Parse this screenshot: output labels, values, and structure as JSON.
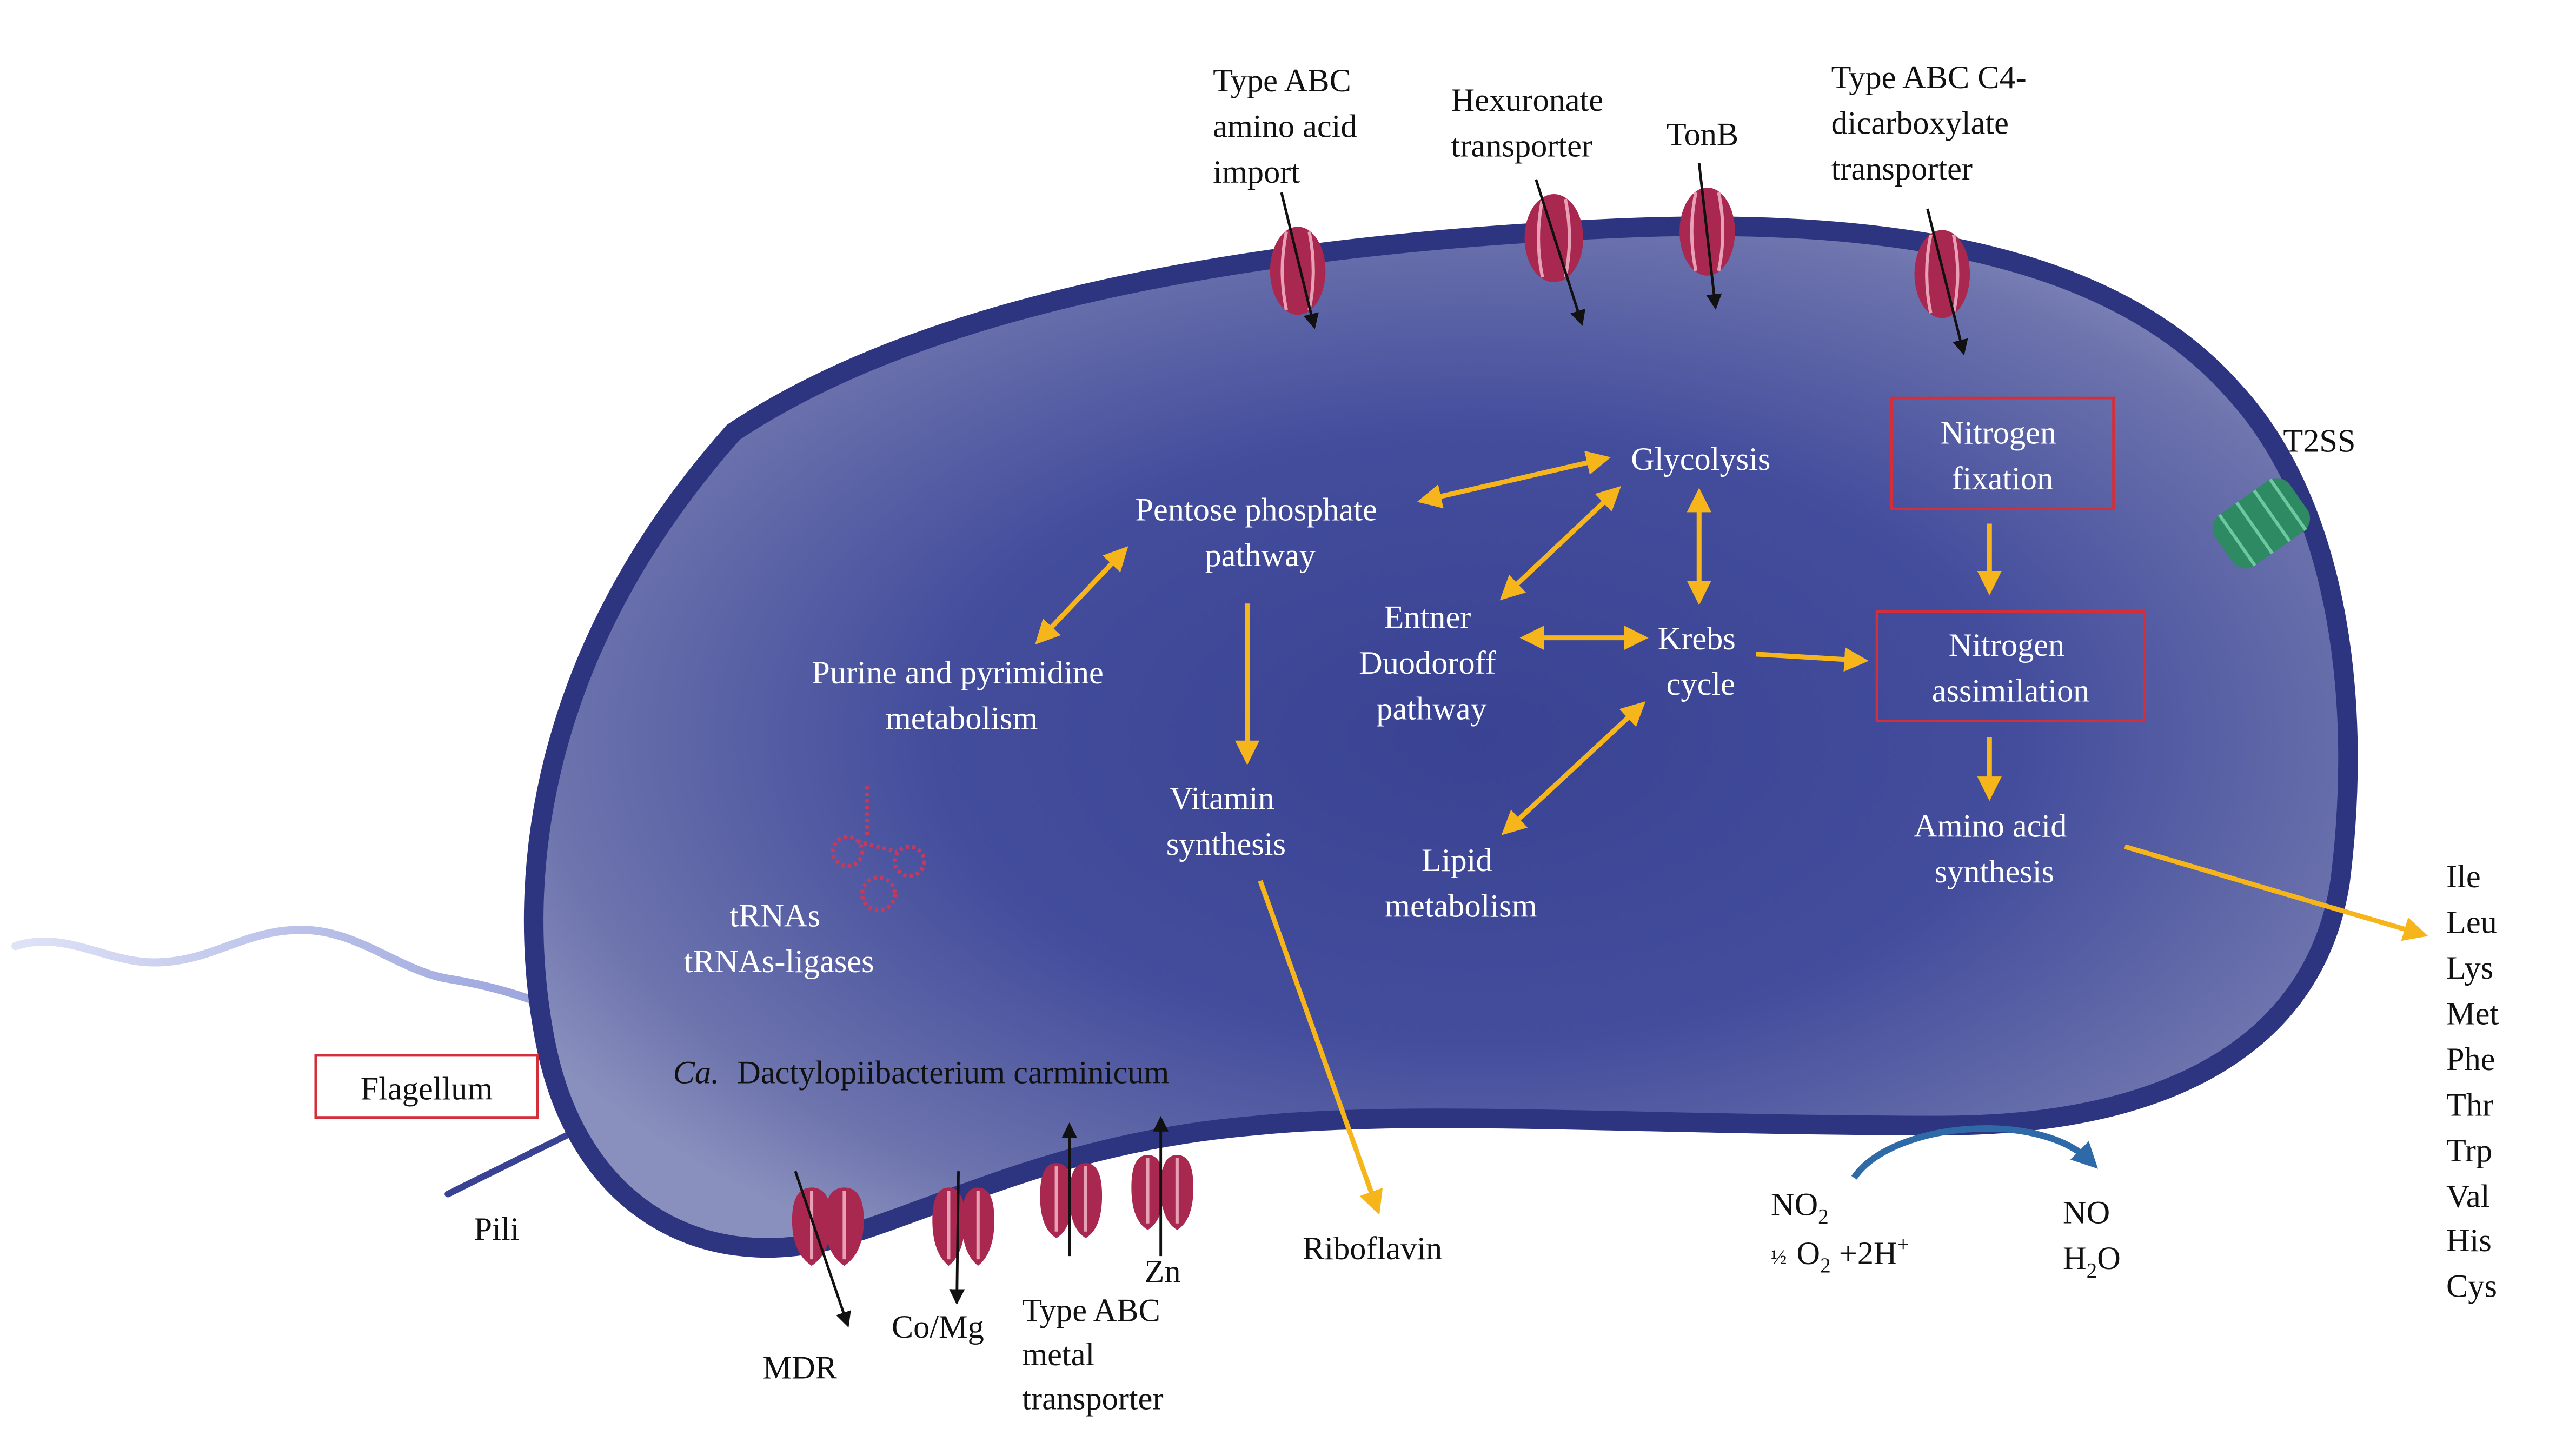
{
  "organism": {
    "prefix": "Ca.",
    "name": "Dactylopiibacterium carminicum"
  },
  "membrane_transporters": {
    "abc_amino_acid": [
      "Type ABC",
      "amino acid",
      "import"
    ],
    "hexuronate": [
      "Hexuronate",
      "transporter"
    ],
    "tonb": "TonB",
    "abc_c4": [
      "Type ABC C4-",
      "dicarboxylate",
      "transporter"
    ],
    "t2ss": "T2SS"
  },
  "pathways": {
    "glycolysis": "Glycolysis",
    "pentose_phosphate": [
      "Pentose phosphate",
      "pathway"
    ],
    "purine": [
      "Purine and pyrimidine",
      "metabolism"
    ],
    "entner": [
      "Entner",
      "Duodoroff",
      "pathway"
    ],
    "krebs": [
      "Krebs",
      "cycle"
    ],
    "vitamin": [
      "Vitamin",
      "synthesis"
    ],
    "lipid": [
      "Lipid",
      "metabolism"
    ],
    "amino_acid_synthesis": [
      "Amino acid",
      "synthesis"
    ],
    "trnas": [
      "tRNAs",
      "tRNAs-ligases"
    ]
  },
  "highlighted": {
    "nitrogen_fixation": [
      "Nitrogen",
      "fixation"
    ],
    "nitrogen_assimilation": [
      "Nitrogen",
      "assimilation"
    ],
    "flagellum": "Flagellum"
  },
  "bottom": {
    "pili": "Pili",
    "mdr": "MDR",
    "co_mg": "Co/Mg",
    "zn": "Zn",
    "abc_metal": [
      "Type ABC",
      "metal",
      "transporter"
    ],
    "riboflavin": "Riboflavin"
  },
  "nitrite": {
    "no2": "NO",
    "no2_sub": "2",
    "half": "½",
    "o2": "O",
    "o2_sub": "2",
    "plus2h": " +2H",
    "plus2h_sup": "+",
    "no": "NO",
    "h2o_h": "H",
    "h2o_sub": "2",
    "h2o_o": "O"
  },
  "amino_acids": [
    "Ile",
    "Leu",
    "Lys",
    "Met",
    "Phe",
    "Thr",
    "Trp",
    "Val",
    "His",
    "Cys"
  ],
  "colors": {
    "cell": "#3b4596",
    "cell_dark": "#2a3378",
    "cell_light": "#8a90bd",
    "arrow": "#f5b51b",
    "transporter": "#a8284f",
    "t2ss": "#2e8a62",
    "box": "#d32f3a",
    "flagellum": "#b6bde6",
    "no_arrow": "#2f6aa8"
  }
}
